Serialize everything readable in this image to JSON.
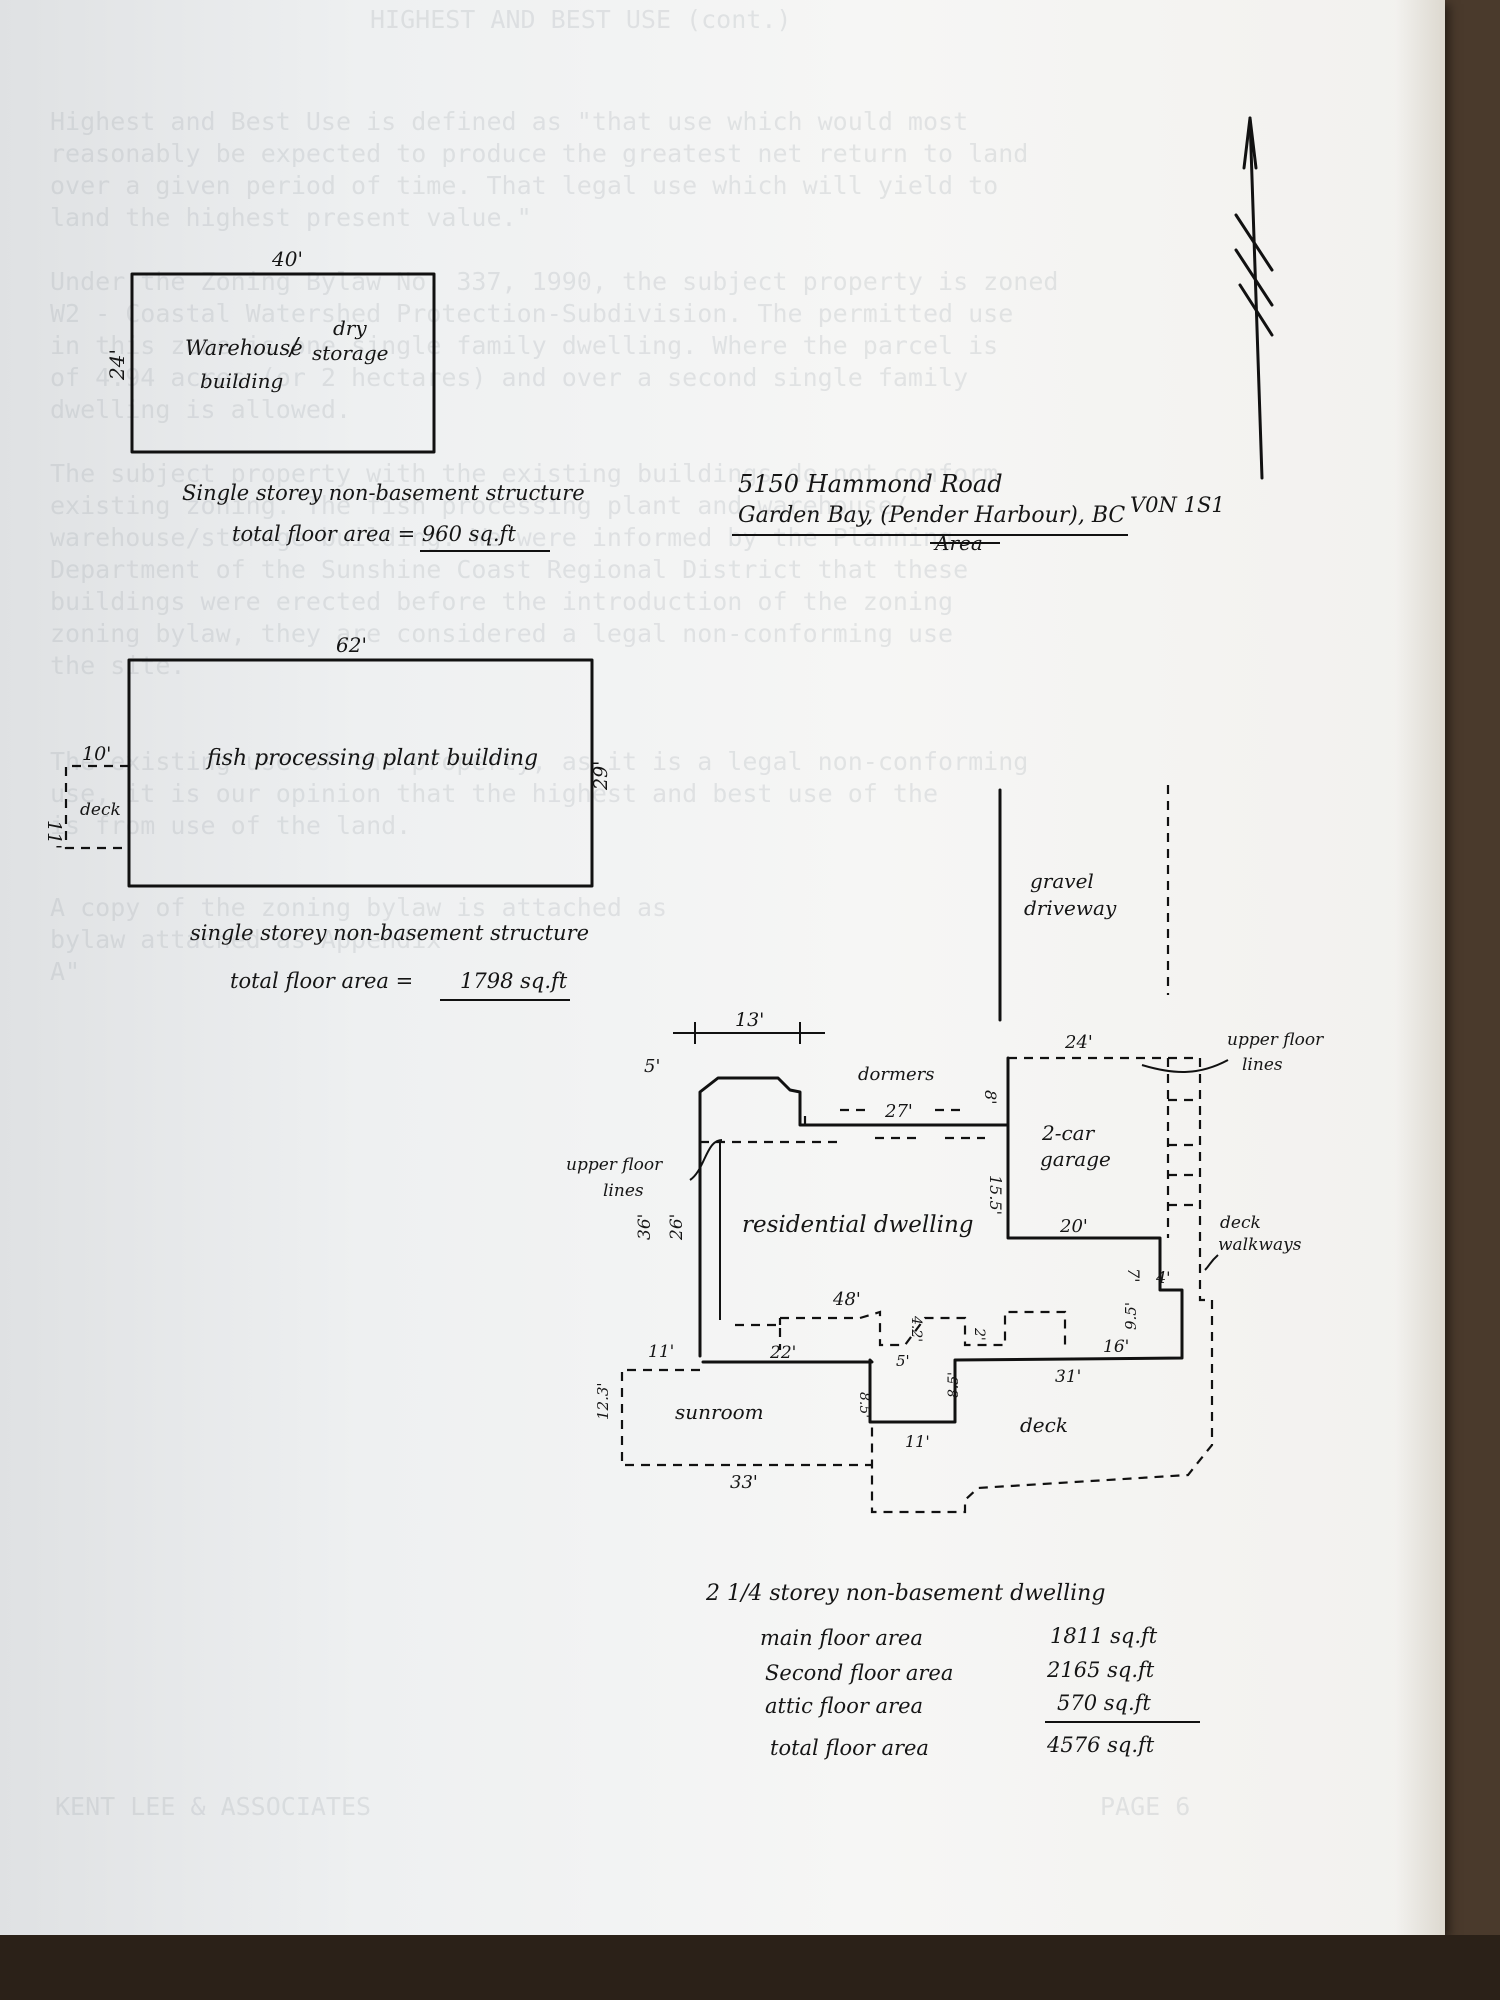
{
  "bleed_through": [
    "Highest and Best Use is defined as \"that use which would most",
    "reasonably be expected to produce the greatest net return to land",
    "over a given period of time. That legal use which will yield to",
    "land the highest present value.\"",
    "Under the Zoning Bylaw No. 337, 1990, the subject property is zoned",
    "W2 - Coastal Watershed Protection-Subdivision. The permitted use",
    "in this zone is one single family dwelling. Where the parcel is",
    "of 4.94 acres (or 2 hectares) and over a second single family",
    "dwelling is allowed.",
    "The subject property with the existing buildings do not conform",
    "existing zoning. The fish processing plant and warehouse/",
    "warehouse/storage building. We were informed by the Planning",
    "Department of the Sunshine Coast Regional District that these",
    "buildings were erected before the introduction of the zoning",
    "zoning bylaw, they are considered a legal non-conforming use",
    "the site.",
    "The existing use of the property, as it is a legal non-conforming",
    "use, it is our opinion that the highest and best use of the",
    "is from use of the land.",
    "A copy of the zoning bylaw is attached as",
    "bylaw attached as Appendix",
    "A\""
  ],
  "header_bleed": "HIGHEST AND BEST USE (cont.)",
  "footer_bleed_left": "KENT LEE & ASSOCIATES",
  "footer_bleed_right": "PAGE 6",
  "warehouse": {
    "dim_top": "40'",
    "dim_side": "24'",
    "label_a": "Warehouse",
    "label_b": "dry",
    "label_c": "storage",
    "label_d": "building",
    "desc": "Single storey non-basement structure",
    "area": "total floor area = 960 sq.ft"
  },
  "fish_plant": {
    "dim_top": "62'",
    "dim_side": "29'",
    "dim_deck_w": "10'",
    "dim_deck_h": "11'",
    "deck_label": "deck",
    "label": "fish processing plant building",
    "desc": "single storey non-basement structure",
    "area_prefix": "total floor area =",
    "area_value": "1798 sq.ft"
  },
  "address": {
    "line1": "5150 Hammond Road",
    "line2": "Garden Bay, (Pender Harbour), BC",
    "postal": "V0N 1S1",
    "struck": "Area"
  },
  "dwelling": {
    "gravel": "gravel",
    "driveway": "driveway",
    "dim_13": "13'",
    "dim_5_top": "5'",
    "dormers": "dormers",
    "dim_27": "27'",
    "dim_8": "8'",
    "dim_24": "24'",
    "upper_right_a": "upper floor",
    "upper_right_b": "lines",
    "garage_a": "2-car",
    "garage_b": "garage",
    "dim_15_5": "15.5'",
    "upper_left_a": "upper floor",
    "upper_left_b": "lines",
    "dim_36": "36'",
    "dim_26": "26'",
    "res_label": "residential dwelling",
    "dim_20": "20'",
    "deck_walk_a": "deck",
    "deck_walk_b": "walkways",
    "dim_7": "7'",
    "dim_4": "4'",
    "dim_48": "48'",
    "dim_4_2": "4.2'",
    "dim_2": "2'",
    "dim_9_5": "9.5'",
    "dim_11_left": "11'",
    "dim_22": "22'",
    "dim_5_mid": "5'",
    "dim_16": "16'",
    "dim_31": "31'",
    "dim_12_3": "12.3'",
    "sunroom": "sunroom",
    "dim_8_5_a": "8.5'",
    "dim_8_5_b": "8.5'",
    "deck": "deck",
    "dim_11_bottom": "11'",
    "dim_33": "33'"
  },
  "summary": {
    "title": "2 1/4 storey non-basement dwelling",
    "rows": [
      {
        "label": "main floor area",
        "value": "1811 sq.ft"
      },
      {
        "label": "Second floor area",
        "value": "2165 sq.ft"
      },
      {
        "label": "attic floor area",
        "value": "570 sq.ft"
      }
    ],
    "total_label": "total floor area",
    "total_value": "4576 sq.ft"
  }
}
